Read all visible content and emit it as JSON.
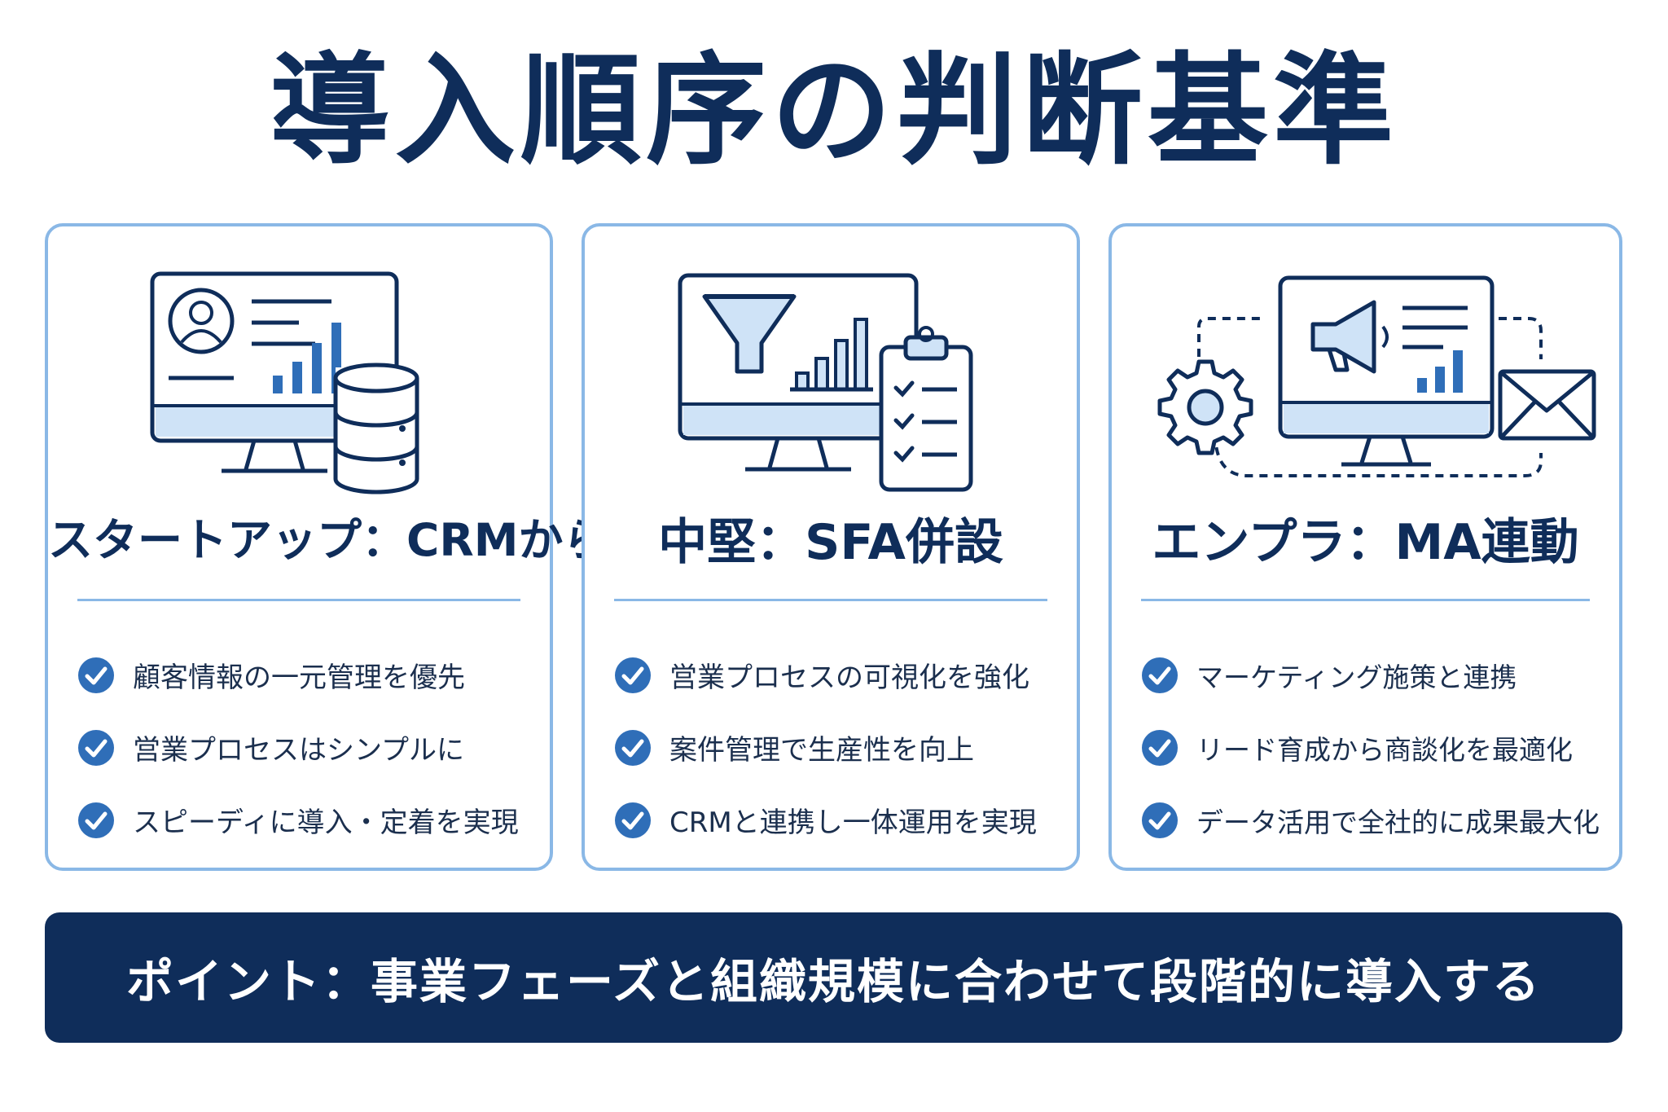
{
  "title": "導入順序の判断基準",
  "colors": {
    "navy": "#0f2d5a",
    "accent_blue": "#2f6eb8",
    "light_blue": "#8ab8e6",
    "pale_blue": "#cfe3f7"
  },
  "cards": [
    {
      "title": "スタートアップ：CRMから",
      "icons": [
        "monitor-icon",
        "user-profile-icon",
        "bar-chart-icon",
        "database-icon"
      ],
      "items": [
        "顧客情報の一元管理を優先",
        "営業プロセスはシンプルに",
        "スピーディに導入・定着を実現"
      ]
    },
    {
      "title": "中堅：SFA併設",
      "icons": [
        "monitor-icon",
        "funnel-icon",
        "bar-chart-icon",
        "clipboard-checklist-icon"
      ],
      "items": [
        "営業プロセスの可視化を強化",
        "案件管理で生産性を向上",
        "CRMと連携し一体運用を実現"
      ]
    },
    {
      "title": "エンプラ：MA連動",
      "icons": [
        "gear-icon",
        "monitor-icon",
        "megaphone-icon",
        "bar-chart-icon",
        "envelope-icon"
      ],
      "items": [
        "マーケティング施策と連携",
        "リード育成から商談化を最適化",
        "データ活用で全社的に成果最大化"
      ]
    }
  ],
  "point": "ポイント：事業フェーズと組織規模に合わせて段階的に導入する"
}
